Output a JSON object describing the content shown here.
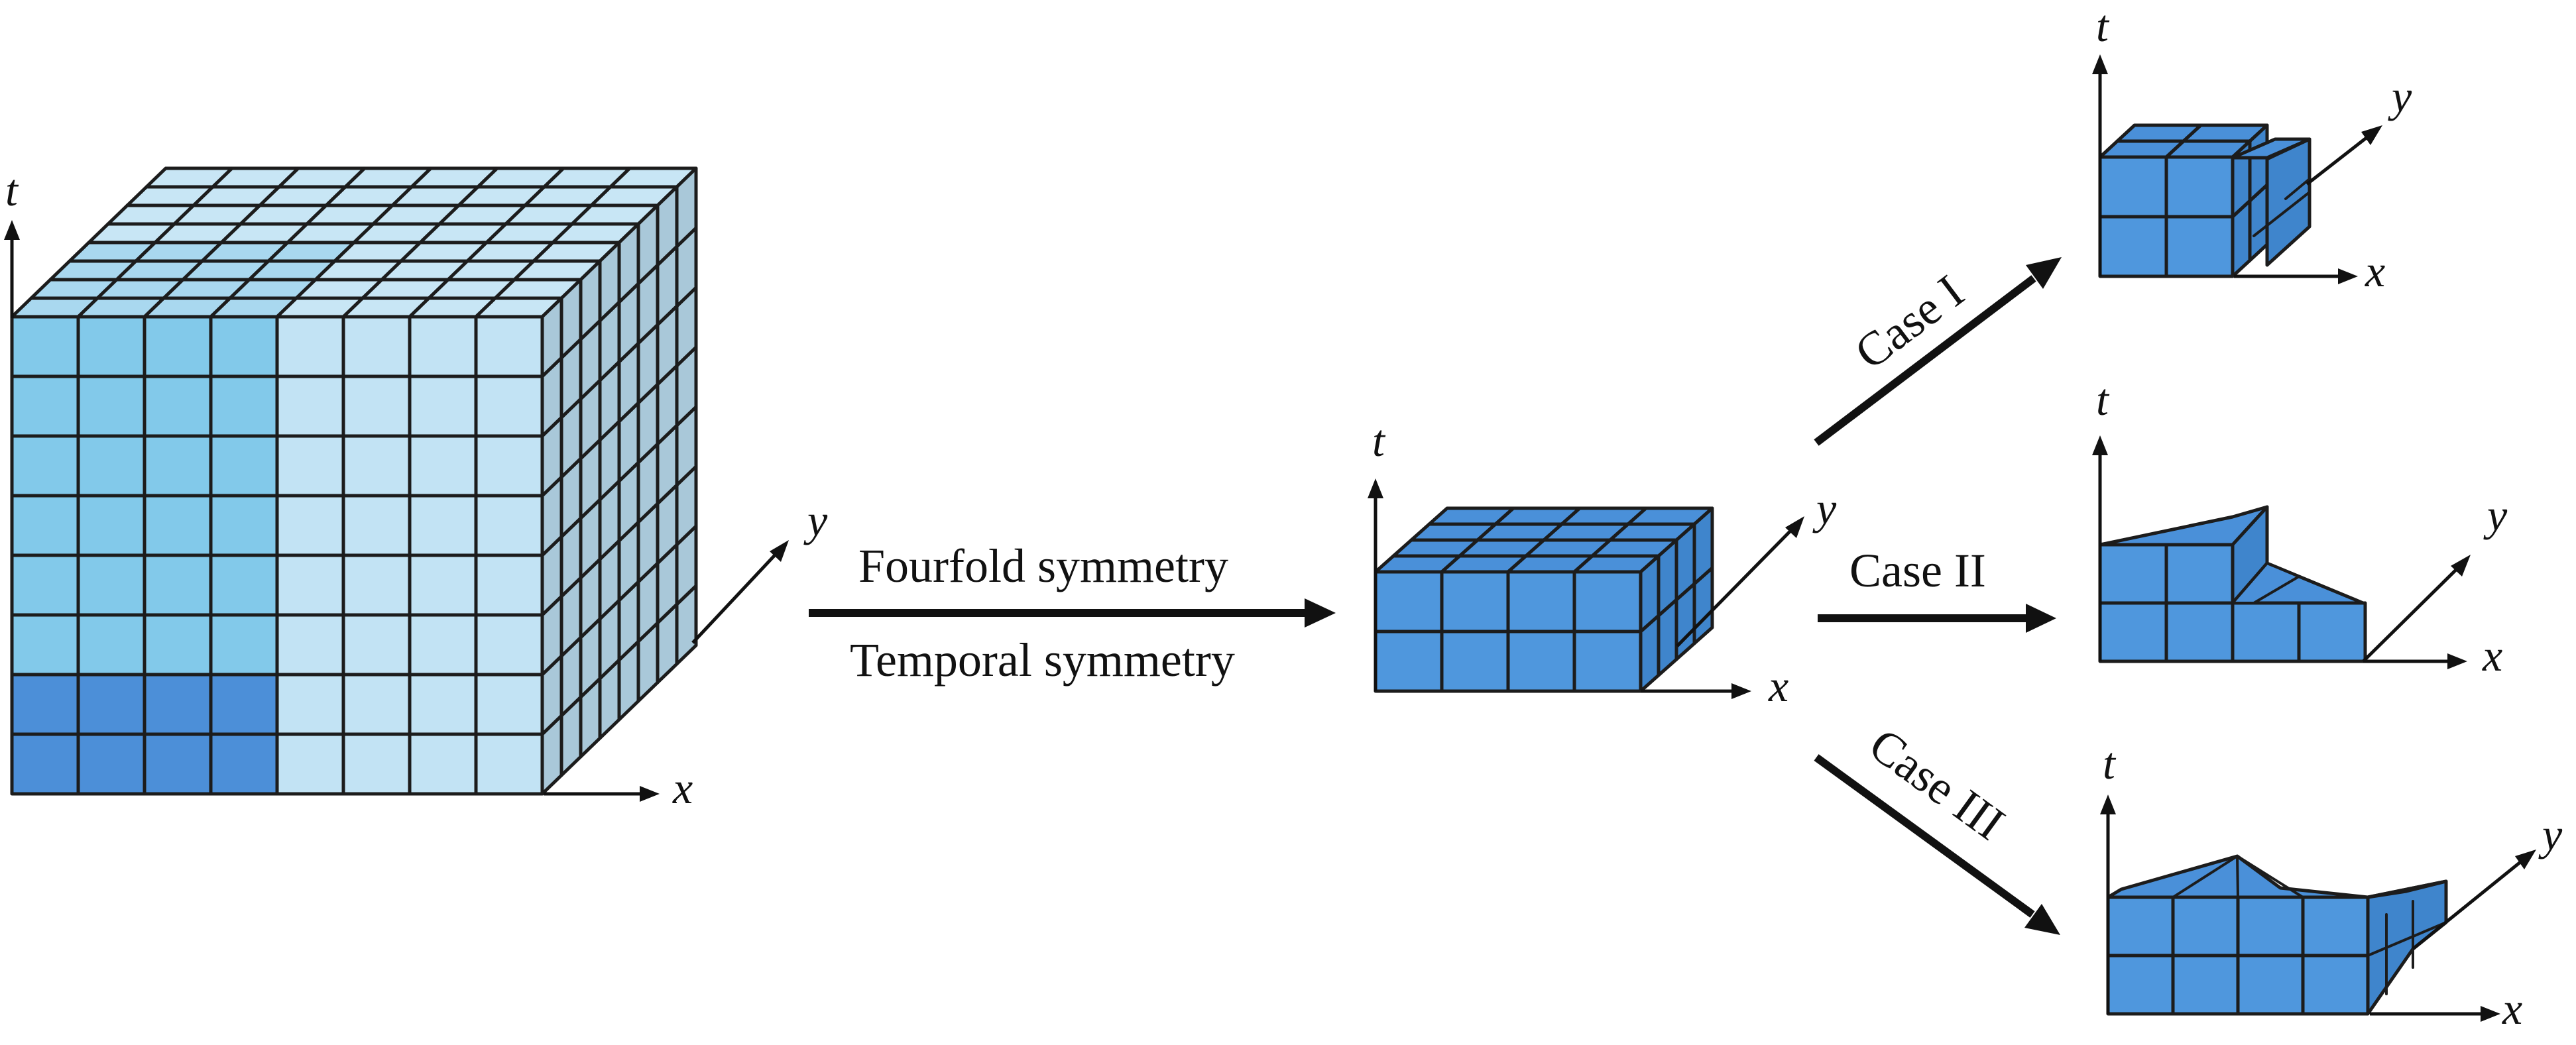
{
  "colors": {
    "background": "#ffffff",
    "outline": "#1c1c1c",
    "cube_light": "#c2e3f4",
    "cube_light_top": "#c8e6f5",
    "cube_light_side": "#a9c8d9",
    "cube_medium": "#82c9ea",
    "cube_dark": "#4c8fd8",
    "cube_blue": "#4f97dd",
    "cube_blue_top": "#4a90d9",
    "cube_blue_side": "#3f85cc"
  },
  "axes": {
    "t": "t",
    "x": "x",
    "y": "y"
  },
  "operations": {
    "fourfold": "Fourfold symmetry",
    "temporal": "Temporal symmetry"
  },
  "cases": {
    "case1": "Case I",
    "case2": "Case II",
    "case3": "Case III"
  }
}
